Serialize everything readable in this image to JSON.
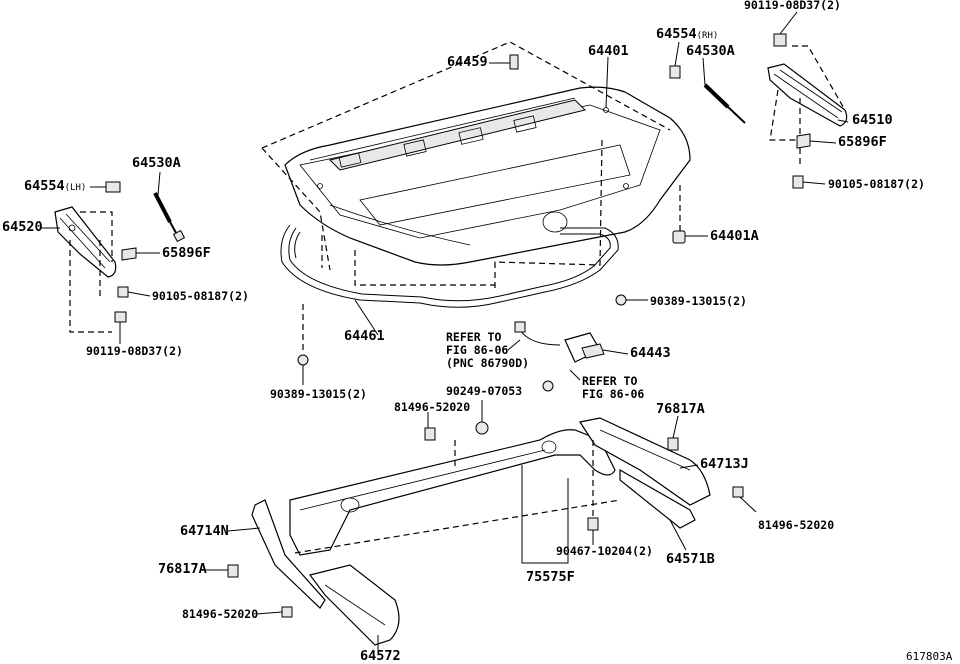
{
  "labels": {
    "p90119_08d37_top": "90119-08D37(2)",
    "p64554_rh": "64554",
    "p64554_rh_sub": "(RH)",
    "p64530a_right": "64530A",
    "p64401": "64401",
    "p64459": "64459",
    "p64510": "64510",
    "p65896f_right": "65896F",
    "p90105_right": "90105-08187(2)",
    "p64530a_left": "64530A",
    "p64554_lh": "64554",
    "p64554_lh_sub": "(LH)",
    "p64520": "64520",
    "p65896f_left": "65896F",
    "p90105_left": "90105-08187(2)",
    "p90119_left": "90119-08D37(2)",
    "p64401a": "64401A",
    "p90389_right": "90389-13015(2)",
    "p64461": "64461",
    "refer1_line1": "REFER TO",
    "refer1_line2": "FIG 86-06",
    "refer1_line3": "(PNC 86790D)",
    "p64443": "64443",
    "refer2_line1": "REFER TO",
    "refer2_line2": "FIG 86-06",
    "p90389_left": "90389-13015(2)",
    "p81496_top": "81496-52020",
    "p90249": "90249-07053",
    "p76817a_right": "76817A",
    "p64713j": "64713J",
    "p64714n": "64714N",
    "p81496_right": "81496-52020",
    "p90467": "90467-10204(2)",
    "p64571b": "64571B",
    "p76817a_left": "76817A",
    "p81496_left": "81496-52020",
    "p75575f": "75575F",
    "p64572": "64572",
    "figure_code": "617803A"
  }
}
